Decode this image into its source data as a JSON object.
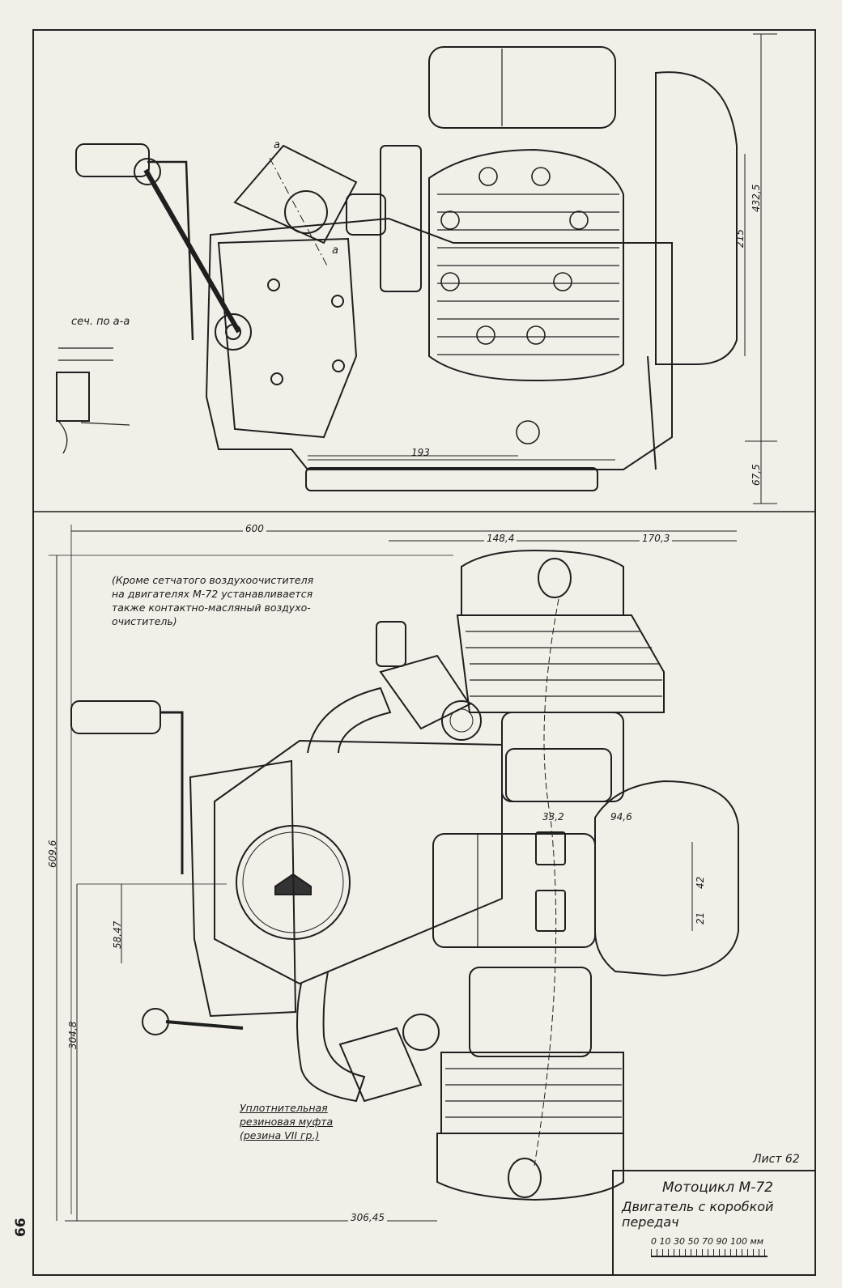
{
  "page_number": "66",
  "sheet": {
    "label": "Лист 62",
    "title_line1": "Мотоцикл М-72",
    "title_line2": "Двигатель с коробкой передач",
    "scale_labels": "0 10  30  50  70  90 100 мм"
  },
  "top_view": {
    "section_label": "сеч. по а-а",
    "section_marker_top": "а",
    "section_marker_bottom": "а",
    "dim_193": "193",
    "dim_432_5": "432,5",
    "dim_215": "215",
    "dim_67_5": "67,5"
  },
  "bottom_view": {
    "note": "(Кроме сетчатого воздухоочистителя на двигателях М-72 устанавливается также контактно-масляный воздухоочиститель)",
    "note_lines": [
      "(Кроме сетчатого воздухоочистителя",
      "на двигателях М-72 устанавливается",
      "также контактно-масляный воздухо-",
      "очиститель)"
    ],
    "coupling_label_lines": [
      "Уплотнительная",
      "резиновая муфта",
      "(резина VII гр.)"
    ],
    "dim_600": "600",
    "dim_148_4": "148,4",
    "dim_170_3": "170,3",
    "dim_609_6": "609,6",
    "dim_304_8": "304,8",
    "dim_58_47": "58,47",
    "dim_306_45": "306,45",
    "dim_33_2": "33,2",
    "dim_94_6": "94,6",
    "dim_42": "42",
    "dim_21": "21"
  }
}
